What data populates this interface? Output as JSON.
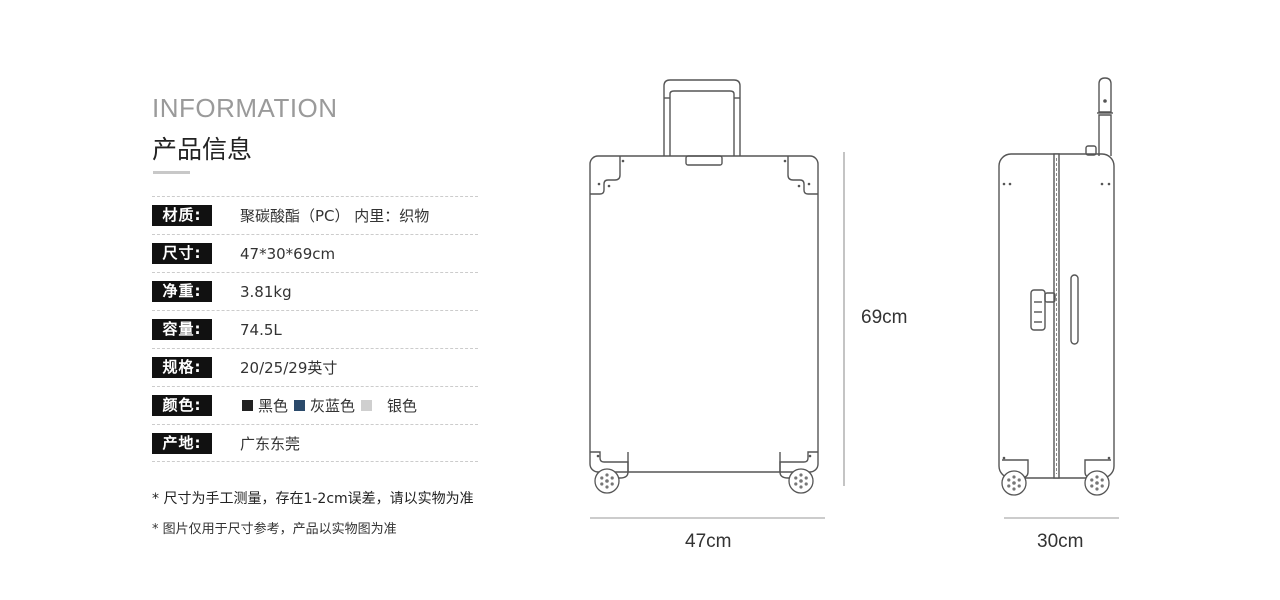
{
  "heading": {
    "english": "INFORMATION",
    "chinese": "产品信息"
  },
  "specs": [
    {
      "label": "材质:",
      "value": "聚碳酸酯（PC）  内里：织物"
    },
    {
      "label": "尺寸:",
      "value": "47*30*69cm"
    },
    {
      "label": "净重:",
      "value": "3.81kg"
    },
    {
      "label": "容量:",
      "value": "74.5L"
    },
    {
      "label": "规格:",
      "value": "20/25/29英寸"
    },
    {
      "label": "颜色:",
      "colors": [
        {
          "name": "黑色",
          "hex": "#222222"
        },
        {
          "name": "灰蓝色",
          "hex": "#2b4a6b"
        },
        {
          "name": "银色",
          "hex": "#cfcfcf"
        }
      ]
    },
    {
      "label": "产地:",
      "value": "广东东莞"
    }
  ],
  "notes": [
    "* 尺寸为手工测量，存在1-2cm误差，请以实物为准",
    "* 图片仅用于尺寸参考，产品以实物图为准"
  ],
  "dimensions": {
    "height": "69cm",
    "width": "47cm",
    "depth": "30cm"
  }
}
